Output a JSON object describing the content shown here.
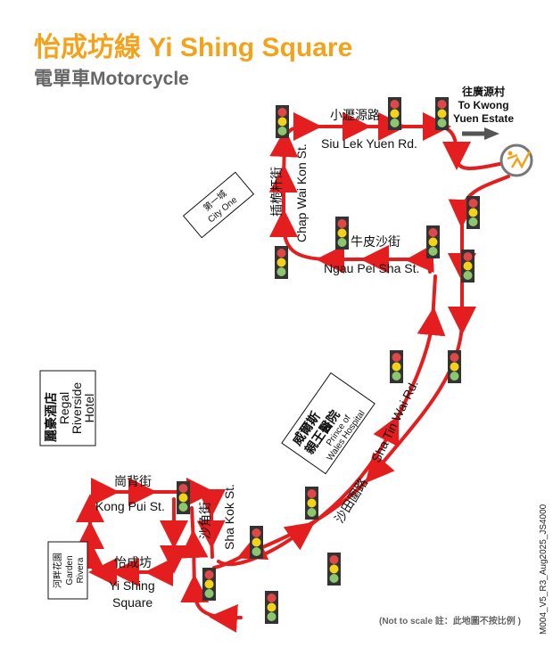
{
  "header": {
    "title": "怡成坊線 Yi Shing Square",
    "subtitle": "電單車Motorcycle"
  },
  "destination": {
    "zh": "往廣源村",
    "en_line1": "To Kwong",
    "en_line2": "Yuen Estate",
    "icon": "motorcycle-icon"
  },
  "streets": {
    "siu_lek_yuen_zh": "小瀝源路",
    "siu_lek_yuen_en": "Siu Lek Yuen Rd.",
    "chap_wai_kon_zh": "插桅杆街",
    "chap_wai_kon_en": "Chap Wai Kon St.",
    "ngau_pei_sha_zh": "牛皮沙街",
    "ngau_pei_sha_en": "Ngau Pei Sha St.",
    "sha_tin_wai_zh": "沙田圍路",
    "sha_tin_wai_en": "Sha Tin Wai Rd.",
    "kong_pui_zh": "崗背街",
    "kong_pui_en": "Kong Pui St.",
    "sha_kok_zh": "沙角街",
    "sha_kok_en": "Sha Kok St.",
    "yi_shing_zh": "怡成坊",
    "yi_shing_en_1": "Yi Shing",
    "yi_shing_en_2": "Square"
  },
  "landmarks": {
    "city_one_zh": "第一城",
    "city_one_en": "City One",
    "regal_zh": "麗豪酒店",
    "regal_en_1": "Regal",
    "regal_en_2": "Riverside",
    "regal_en_3": "Hotel",
    "pwh_zh_1": "威爾斯",
    "pwh_zh_2": "親王醫院",
    "pwh_en_1": "Prince of",
    "pwh_en_2": "Wales Hospital",
    "garden_zh": "河畔花園",
    "garden_en_1": "Garden",
    "garden_en_2": "Rivera"
  },
  "footer": {
    "note": "(Not to scale 註：此地圖不按比例 )",
    "code": "M004_V5_R3_Aug2025_JS4000"
  },
  "colors": {
    "route": "#e41e1e",
    "title": "#f2a31b",
    "subtitle": "#666666"
  }
}
